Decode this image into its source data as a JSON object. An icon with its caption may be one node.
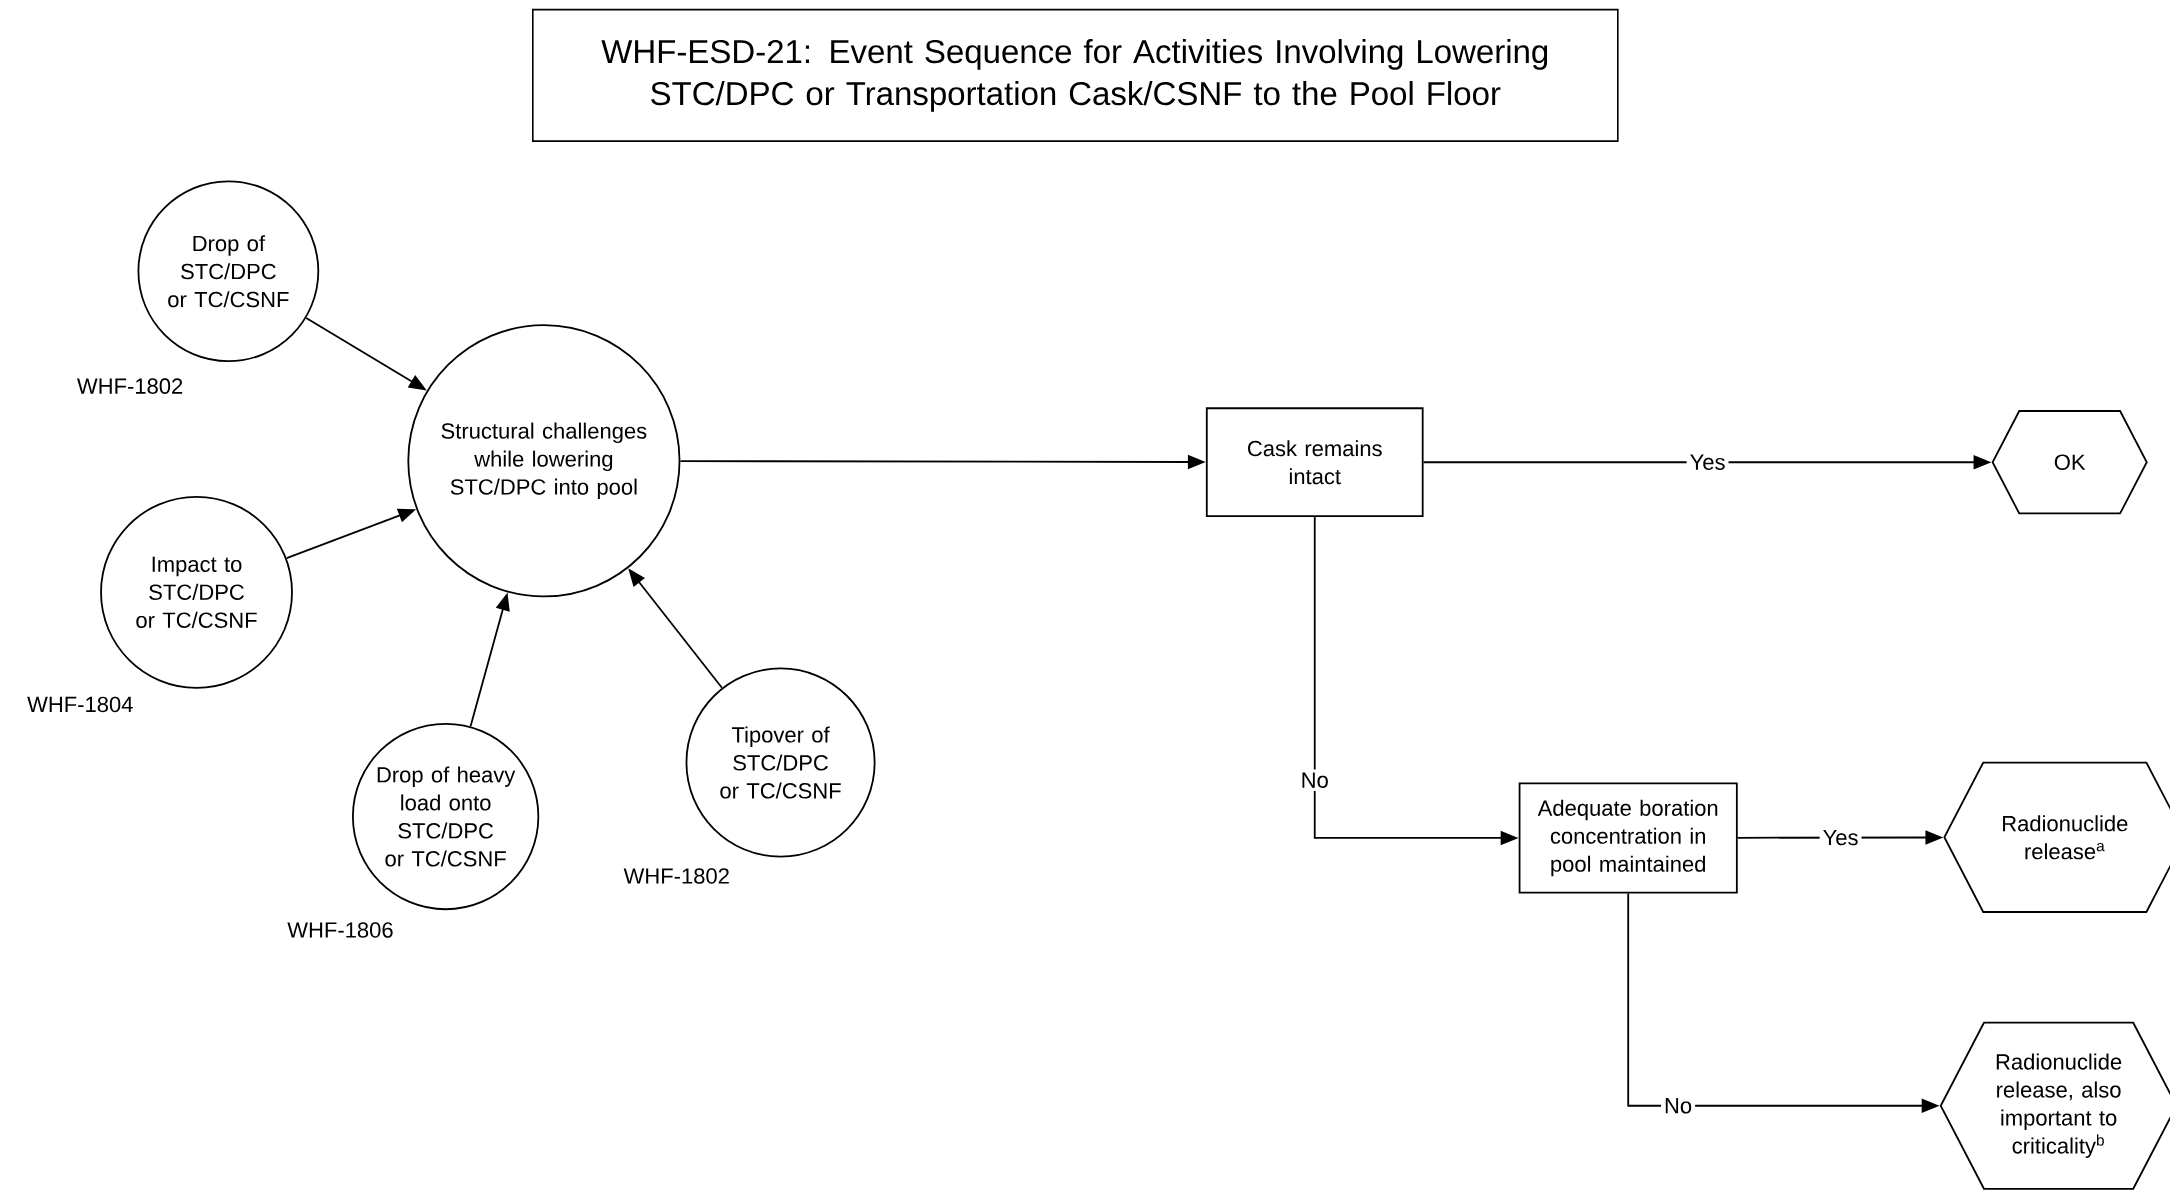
{
  "diagram": {
    "title": "WHF-ESD-21:  Event Sequence for Activities Involving Lowering STC/DPC or Transportation Cask/CSNF to the Pool Floor",
    "nodes": [
      {
        "text": [
          "Drop of STC/DPC or TC/CSNF"
        ],
        "beside": [
          "WHF-1802"
        ]
      },
      {
        "text": [
          "Structural challenges while lowering STC/DPC into pool"
        ]
      },
      {
        "text": [
          "Impact to STC/DPC or TC/CSNF"
        ],
        "beside": [
          "WHF-1804"
        ]
      },
      {
        "text": [
          "Drop of heavy load onto STC/DPC or TC/CSNF"
        ],
        "beside": [
          "WHF-1806"
        ]
      },
      {
        "text": [
          "Tipover of STC/DPC or TC/CSNF"
        ],
        "beside": [
          "WHF-1802"
        ]
      },
      {
        "text": [
          "Cask remains intact"
        ]
      },
      {
        "text": [
          "OK"
        ]
      },
      {
        "text": [
          "Adequate boration concentration in pool maintained"
        ]
      },
      {
        "text": [
          "Radionuclide release$^{a}$"
        ]
      },
      {
        "text": [
          "Radionuclide release, also important to criticality$^{b}$"
        ]
      }
    ],
    "edges": [
      {
        "from": 0,
        "to": 1,
        "arrow": "to"
      },
      {
        "from": 2,
        "to": 1,
        "arrow": "to"
      },
      {
        "from": 3,
        "to": 1,
        "arrow": "to"
      },
      {
        "from": 4,
        "to": 1,
        "arrow": "to"
      },
      {
        "from": 1,
        "to": 5,
        "arrow": "to"
      },
      {
        "from": 5,
        "to": 6,
        "arrow": "to",
        "label": "Yes"
      },
      {
        "from": 5,
        "to": 7,
        "arrow": "to",
        "label": "No"
      },
      {
        "from": 7,
        "to": 8,
        "arrow": "to",
        "label": "Yes"
      },
      {
        "from": 7,
        "to": 9,
        "arrow": "to",
        "label": "No"
      }
    ]
  }
}
